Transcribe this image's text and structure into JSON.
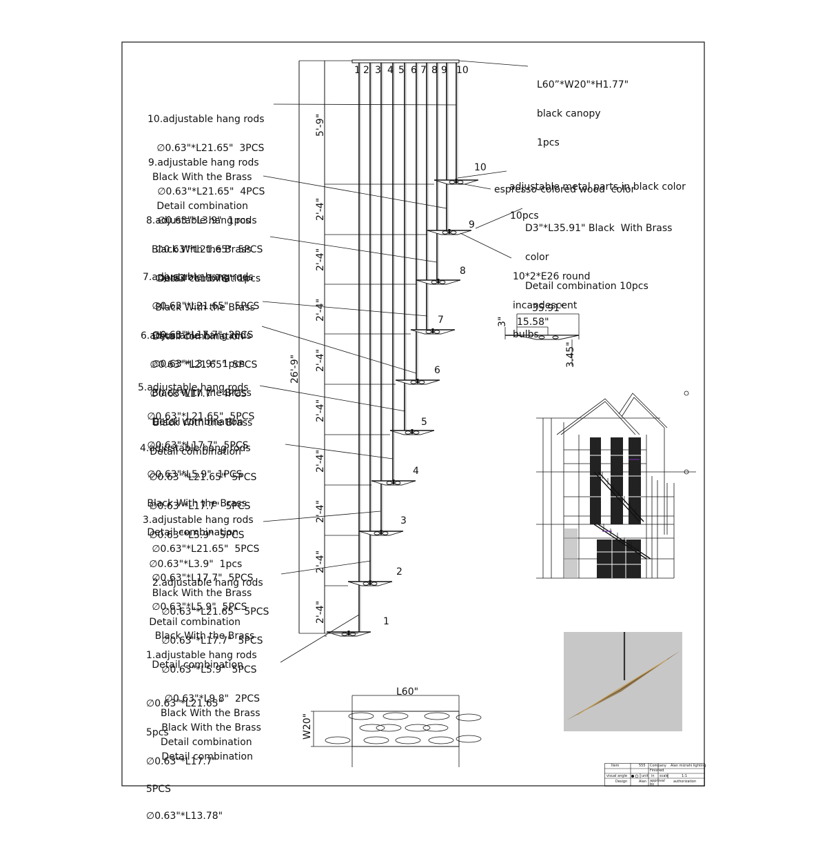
{
  "canopy": {
    "lines": [
      "L60”*W20\"*H1.77\"",
      "black canopy",
      "1pcs"
    ]
  },
  "rod_numbers": [
    "1",
    "2",
    "3",
    "4",
    "5",
    "6",
    "7",
    "8",
    "9",
    "10"
  ],
  "tier_numbers": [
    "1",
    "2",
    "3",
    "4",
    "5",
    "6",
    "7",
    "8",
    "9",
    "10"
  ],
  "dimensions": {
    "total_height": "26'-9\"",
    "top_drop": "5'-9\"",
    "tier_gap": "2'-4\"",
    "fixture_length": "35.91\"",
    "fixture_inner": "15.58\"",
    "fixture_height": "3\"",
    "fixture_drop": "3.45\"",
    "plan_length": "L60\"",
    "plan_width": "W20\""
  },
  "callouts": {
    "metal_parts": [
      "adjustable metal parts in black color",
      "10pcs"
    ],
    "wood": "espresso-colored wood  color",
    "fixture": [
      "D3\"*L35.91\" Black  With Brass",
      "color",
      "Detail combination 10pcs"
    ],
    "bulbs": [
      "10*2*E26 round",
      "incandescent",
      "bulbs"
    ]
  },
  "rod_specs": [
    {
      "id": "10",
      "lines": [
        "10.adjustable hang rods",
        "   ∅0.63\"*L21.65\"  3PCS",
        "Black With the Brass",
        "   Detail combination"
      ]
    },
    {
      "id": "9",
      "lines": [
        "9.adjustable hang rods",
        "   ∅0.63\"*L21.65\"  4PCS",
        "   ∅0.63\"*L3.9\"  1pcs",
        "Black With the Brass",
        "   Detail combination"
      ]
    },
    {
      "id": "8",
      "lines": [
        "8.adjustable hang rods",
        "   ∅0.63\"*L21.65\"  5PCS",
        "   ∅0.63\"*L13.78\"  1pcs",
        "   Black With the Brass",
        "  Detail combination"
      ]
    },
    {
      "id": "7",
      "lines": [
        "7.adjustable hang rods",
        "   ∅0.63\"*L21.65\"  5PCS",
        "   ∅0.63\"*L17.7\"  2PCS",
        "   ∅0.63\"*L3.9\"  1pcs",
        "   Black With the Brass",
        "   Detail combination"
      ]
    },
    {
      "id": "6",
      "lines": [
        "6.adjustable hang rods",
        "   ∅0.63\"*L21.65\"  5PCS",
        "   ∅0.63*L17.7\"  4PCS",
        "    Black With the Brass",
        "   Detail combination"
      ]
    },
    {
      "id": "5",
      "lines": [
        "5.adjustable hang rods",
        "   ∅0.63\"*L21.65\"  5PCS",
        "   ∅0.63\"*L17.7\"  5PCS",
        "   ∅0.63\"*L5.9\"  1PCS",
        "   Black With the Brass",
        "   Detail combination"
      ]
    },
    {
      "id": "4",
      "lines": [
        "4.adjustable hang rods",
        "   ∅0.63\"*L21.65\"  5PCS",
        "   ∅0.63\"*L17.7\"  5PCS",
        "   ∅0.63\"*L5.9\"  5PCS",
        "   ∅0.63\"*L3.9\"  1pcs",
        "    Black With the Brass",
        "   Detail combination"
      ]
    },
    {
      "id": "3",
      "lines": [
        "3.adjustable hang rods",
        "   ∅0.63\"*L21.65\"  5PCS",
        "   ∅0.63\"*L17.7\"  5PCS",
        "   ∅0.63\"*L5.9\"  5PCS",
        "    Black With the Brass",
        "   Detail combination"
      ]
    },
    {
      "id": "2",
      "lines": [
        "2.adjustable hang rods",
        "   ∅0.63\"*L21.65\"  5PCS",
        "   ∅0.63\"*L17.7\"  5PCS",
        "   ∅0.63\"*L5.9\"  5PCS",
        "    ∅0.63\"*L9.8\"  2PCS",
        "   Black With the Brass",
        "   Detail combination"
      ]
    },
    {
      "id": "1",
      "lines": [
        "1.adjustable hang rods",
        "",
        "∅0.63\"*L21.65\"",
        "5pcs",
        "∅0.63\"*L17.7\"",
        "5PCS",
        "∅0.63\"*L13.78\""
      ],
      "overlap": [
        "Black With the Brass",
        "Detail combination"
      ]
    }
  ],
  "title_block": {
    "item_label": "Item",
    "item_value": "555",
    "company_label": "Company",
    "company_value": "Alan mizrahi lighting",
    "finished_label": "Finished",
    "visual_label": "visual angle",
    "unit_label": "unit",
    "unit_value": "in",
    "scale_label": "scale",
    "scale_value": "1:1",
    "design_label": "Design",
    "design_value": "Alan",
    "approval_label": "approval by",
    "authorization_label": "authorization"
  }
}
